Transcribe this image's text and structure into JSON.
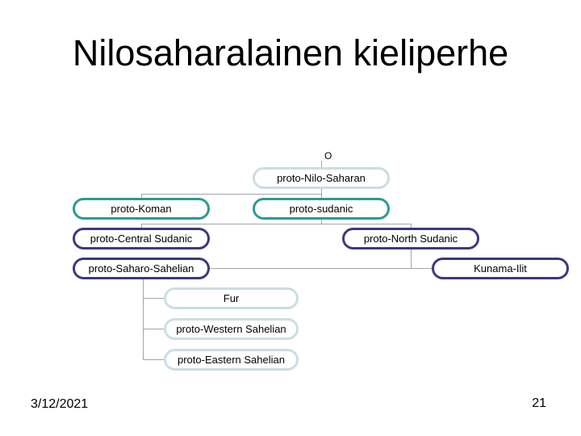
{
  "slide": {
    "title": "Nilosaharalainen kieliperhe",
    "footer": {
      "date": "3/12/2021",
      "page_number": "21"
    }
  },
  "diagram": {
    "root_marker": "O",
    "nodes": {
      "nilo_saharan": {
        "label": "proto-Nilo-Saharan",
        "border_color": "#cbdde2"
      },
      "koman": {
        "label": "proto-Koman",
        "border_color": "#2a9c92"
      },
      "sudanic": {
        "label": "proto-sudanic",
        "border_color": "#2a9c92"
      },
      "central_sudanic": {
        "label": "proto-Central Sudanic",
        "border_color": "#3a3a7d"
      },
      "north_sudanic": {
        "label": "proto-North Sudanic",
        "border_color": "#3a3a7d"
      },
      "saharo_sahelian": {
        "label": "proto-Saharo-Sahelian",
        "border_color": "#3a3a7d"
      },
      "kunama_ilit": {
        "label": "Kunama-Ilit",
        "border_color": "#3a3a7d"
      },
      "fur": {
        "label": "Fur",
        "border_color": "#cbdde2"
      },
      "western_sahelian": {
        "label": "proto-Western Sahelian",
        "border_color": "#cbdde2"
      },
      "eastern_sahelian": {
        "label": "proto-Eastern Sahelian",
        "border_color": "#cbdde2"
      }
    },
    "edges": [
      {
        "from": "root",
        "to": "nilo_saharan"
      },
      {
        "from": "nilo_saharan",
        "to": "koman"
      },
      {
        "from": "nilo_saharan",
        "to": "sudanic"
      },
      {
        "from": "sudanic",
        "to": "central_sudanic"
      },
      {
        "from": "sudanic",
        "to": "north_sudanic"
      },
      {
        "from": "north_sudanic",
        "to": "saharo_sahelian"
      },
      {
        "from": "north_sudanic",
        "to": "kunama_ilit"
      },
      {
        "from": "saharo_sahelian",
        "to": "fur"
      },
      {
        "from": "saharo_sahelian",
        "to": "western_sahelian"
      },
      {
        "from": "saharo_sahelian",
        "to": "eastern_sahelian"
      }
    ],
    "connector_color": "#a6a6a6"
  },
  "colors": {
    "background": "#ffffff",
    "text": "#000000",
    "teal_border": "#2a9c92",
    "navy_border": "#3a3a7d",
    "light_border": "#cbdde2",
    "connector": "#a6a6a6"
  }
}
